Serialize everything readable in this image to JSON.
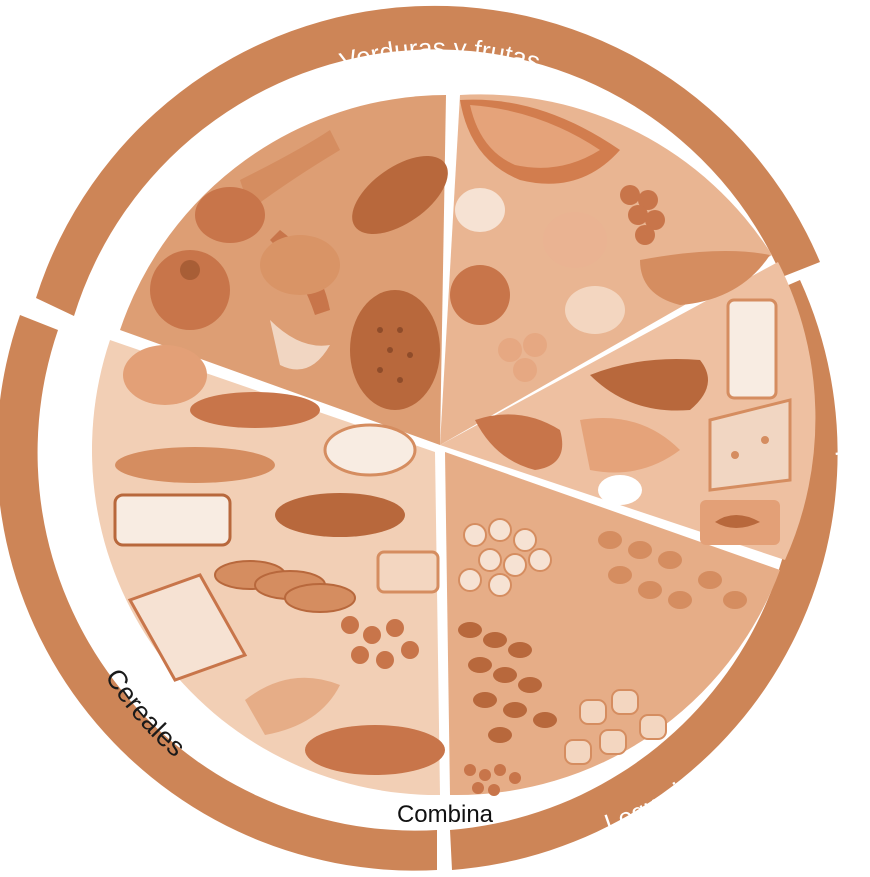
{
  "sections": [
    {
      "label": "Verduras y frutas"
    },
    {
      "label": "Leguminosas y alimentos de origen animal"
    },
    {
      "label": "Cereales"
    }
  ],
  "center_text": "Combina",
  "colors": {
    "ring": "#cd8557",
    "plate_bg": "#f4dccb",
    "veg_fill": "#dd9e74",
    "fruit_fill": "#e9b592",
    "legume_fill": "#e6ad87",
    "animal_fill": "#eec0a1",
    "cereal_fill": "#f2cfb5",
    "food_dark": "#b8683c",
    "food_mid": "#d58d60",
    "food_light": "#f6e2d3"
  },
  "icons": [
    "vegetables-icon",
    "fruits-icon",
    "animal-foods-icon",
    "legumes-icon",
    "cereals-icon"
  ]
}
